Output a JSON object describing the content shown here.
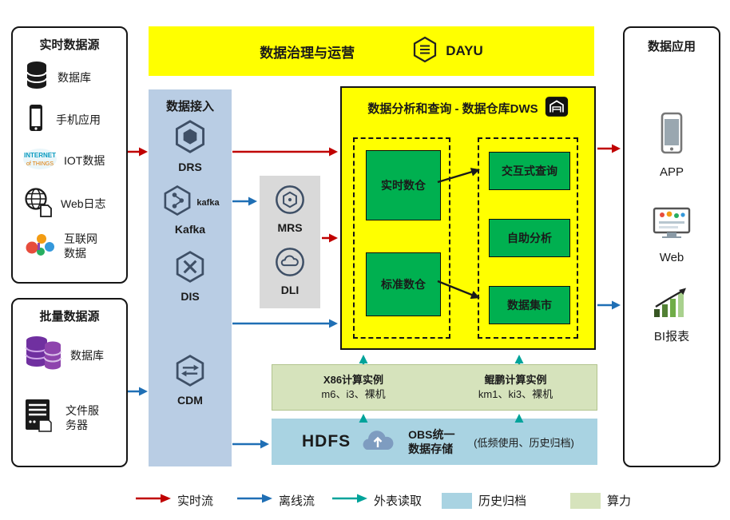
{
  "realtime_sources": {
    "title": "实时数据源",
    "items": [
      {
        "label": "数据库",
        "icon": "database-icon"
      },
      {
        "label": "手机应用",
        "icon": "mobile-app-icon"
      },
      {
        "label": "IOT数据",
        "icon": "iot-icon"
      },
      {
        "label": "Web日志",
        "icon": "web-log-icon"
      },
      {
        "label": "互联网数据",
        "icon": "internet-data-icon"
      }
    ]
  },
  "batch_sources": {
    "title": "批量数据源",
    "items": [
      {
        "label": "数据库",
        "icon": "batch-database-icon"
      },
      {
        "label": "文件服务器",
        "icon": "file-server-icon"
      }
    ]
  },
  "governance": {
    "title": "数据治理与运营",
    "product": "DAYU"
  },
  "ingestion": {
    "title": "数据接入",
    "kafka_wordmark": "kafka",
    "items": [
      {
        "label": "DRS"
      },
      {
        "label": "Kafka"
      },
      {
        "label": "DIS"
      },
      {
        "label": "CDM"
      }
    ]
  },
  "processing": {
    "items": [
      {
        "label": "MRS"
      },
      {
        "label": "DLI"
      }
    ]
  },
  "dws": {
    "title": "数据分析和查询 - 数据仓库DWS",
    "warehouses": [
      {
        "label": "实时数仓"
      },
      {
        "label": "标准数仓"
      }
    ],
    "services": [
      {
        "label": "交互式查询"
      },
      {
        "label": "自助分析"
      },
      {
        "label": "数据集市"
      }
    ]
  },
  "compute": {
    "x86": {
      "title": "X86计算实例",
      "detail": "m6、i3、裸机"
    },
    "kunpeng": {
      "title": "鲲鹏计算实例",
      "detail": "km1、ki3、裸机"
    }
  },
  "storage": {
    "hdfs": "HDFS",
    "obs_title": "OBS统一数据存储",
    "obs_note": "(低频使用、历史归档)"
  },
  "applications": {
    "title": "数据应用",
    "items": [
      {
        "label": "APP"
      },
      {
        "label": "Web"
      },
      {
        "label": "BI报表"
      }
    ]
  },
  "legend": {
    "realtime": {
      "label": "实时流",
      "color": "#c00000"
    },
    "offline": {
      "label": "离线流",
      "color": "#1f6fb5"
    },
    "external": {
      "label": "外表读取",
      "color": "#00a39a"
    },
    "archive": {
      "label": "历史归档",
      "color": "#a9d3e2"
    },
    "compute": {
      "label": "算力",
      "color": "#d6e3bc"
    }
  }
}
